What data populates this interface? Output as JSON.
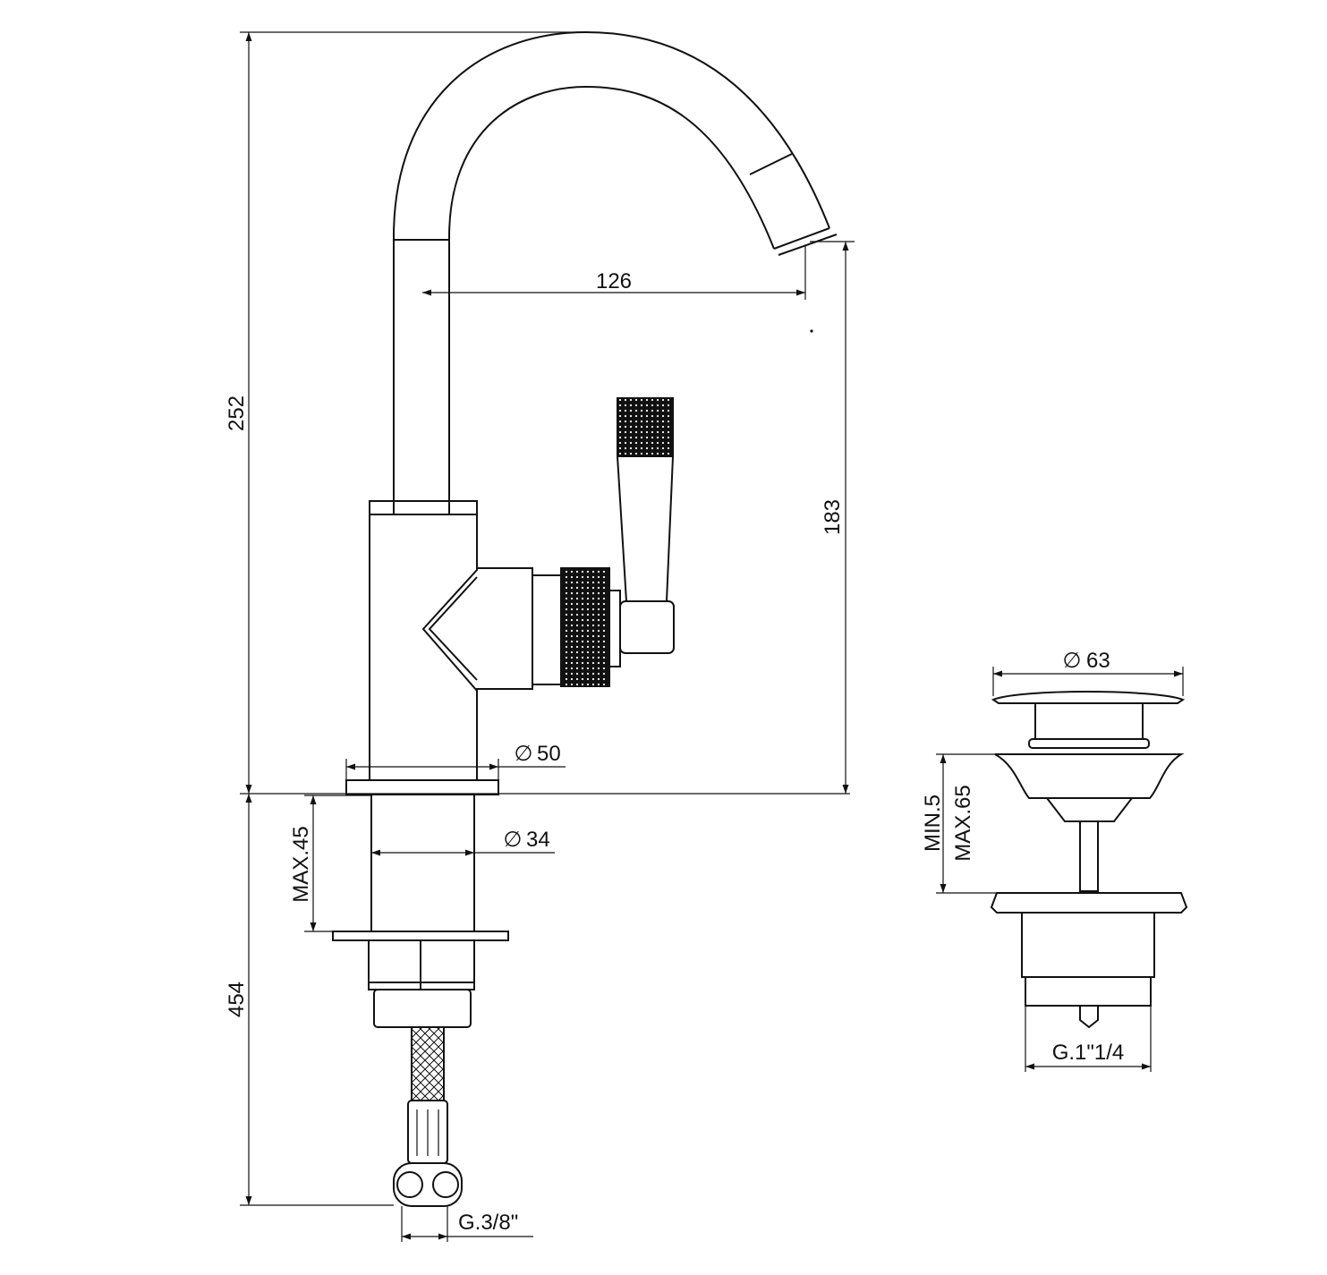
{
  "dimensions": {
    "total_height": "252",
    "below_deck": "454",
    "spout_reach": "126",
    "spout_height": "183",
    "base_diameter": "50",
    "shank_diameter": "34",
    "max_deck_thickness": "MAX.45",
    "inlet_thread": "G.3/8\"",
    "waste_cap_diameter": "63",
    "waste_min": "MIN.5",
    "waste_max": "MAX.65",
    "waste_thread": "G.1\"1/4"
  },
  "symbols": {
    "diameter": "∅"
  }
}
